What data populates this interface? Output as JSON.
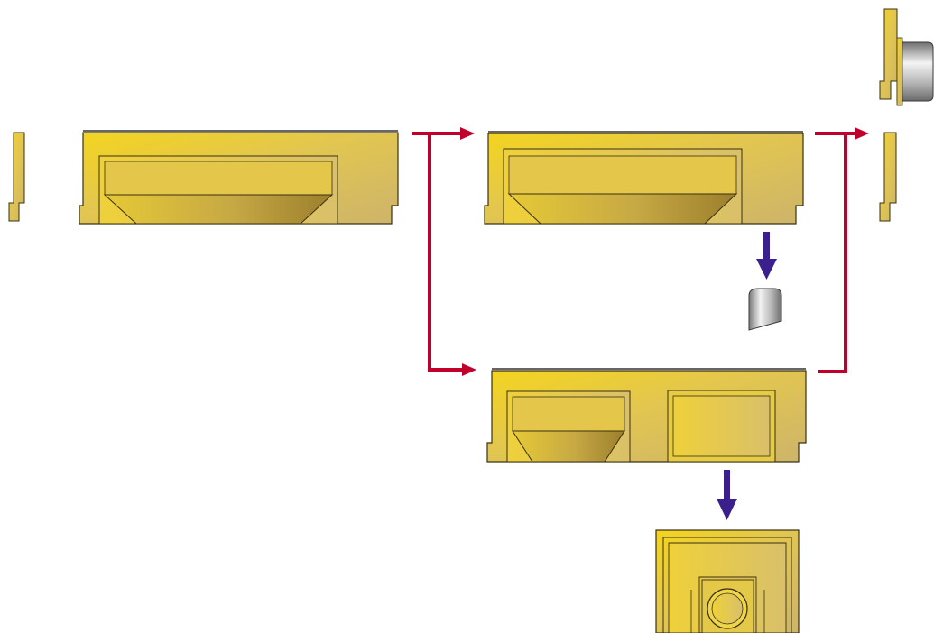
{
  "diagram": {
    "kind": "process-flow",
    "colors": {
      "background": "#ffffff",
      "flow_arrow": "#c0002a",
      "removal_arrow": "#3b1f8c",
      "gold_light": "#f2d326",
      "gold_mid": "#dcbe4a",
      "gold_dark": "#c9b06a",
      "gold_shadow": "#9a7e2a",
      "outline": "#3a3010",
      "steel_light": "#ececec",
      "steel_dark": "#7e7e7e"
    },
    "nodes": [
      {
        "id": "left-strip",
        "shape": "side-profile"
      },
      {
        "id": "stock-block",
        "shape": "block-with-tapered-recess"
      },
      {
        "id": "upper-result-block",
        "shape": "block-with-tapered-recess"
      },
      {
        "id": "lower-result-block",
        "shape": "block-with-two-recesses"
      },
      {
        "id": "right-strip",
        "shape": "side-profile"
      },
      {
        "id": "top-right-assembly",
        "shape": "profile-with-cylinder"
      },
      {
        "id": "removed-slug",
        "shape": "steel-slug"
      },
      {
        "id": "removed-insert",
        "shape": "insert-with-round-boss"
      }
    ],
    "edges": [
      {
        "from": "stock-block",
        "to": "upper-result-block",
        "style": "red-elbow"
      },
      {
        "from": "stock-block",
        "to": "lower-result-block",
        "style": "red-elbow"
      },
      {
        "from": "upper-result-block",
        "to": "right-strip",
        "style": "red-elbow"
      },
      {
        "from": "lower-result-block",
        "to": "right-strip",
        "style": "red-elbow"
      },
      {
        "from": "upper-result-block",
        "to": "removed-slug",
        "style": "purple-down"
      },
      {
        "from": "lower-result-block",
        "to": "removed-insert",
        "style": "purple-down"
      }
    ]
  }
}
